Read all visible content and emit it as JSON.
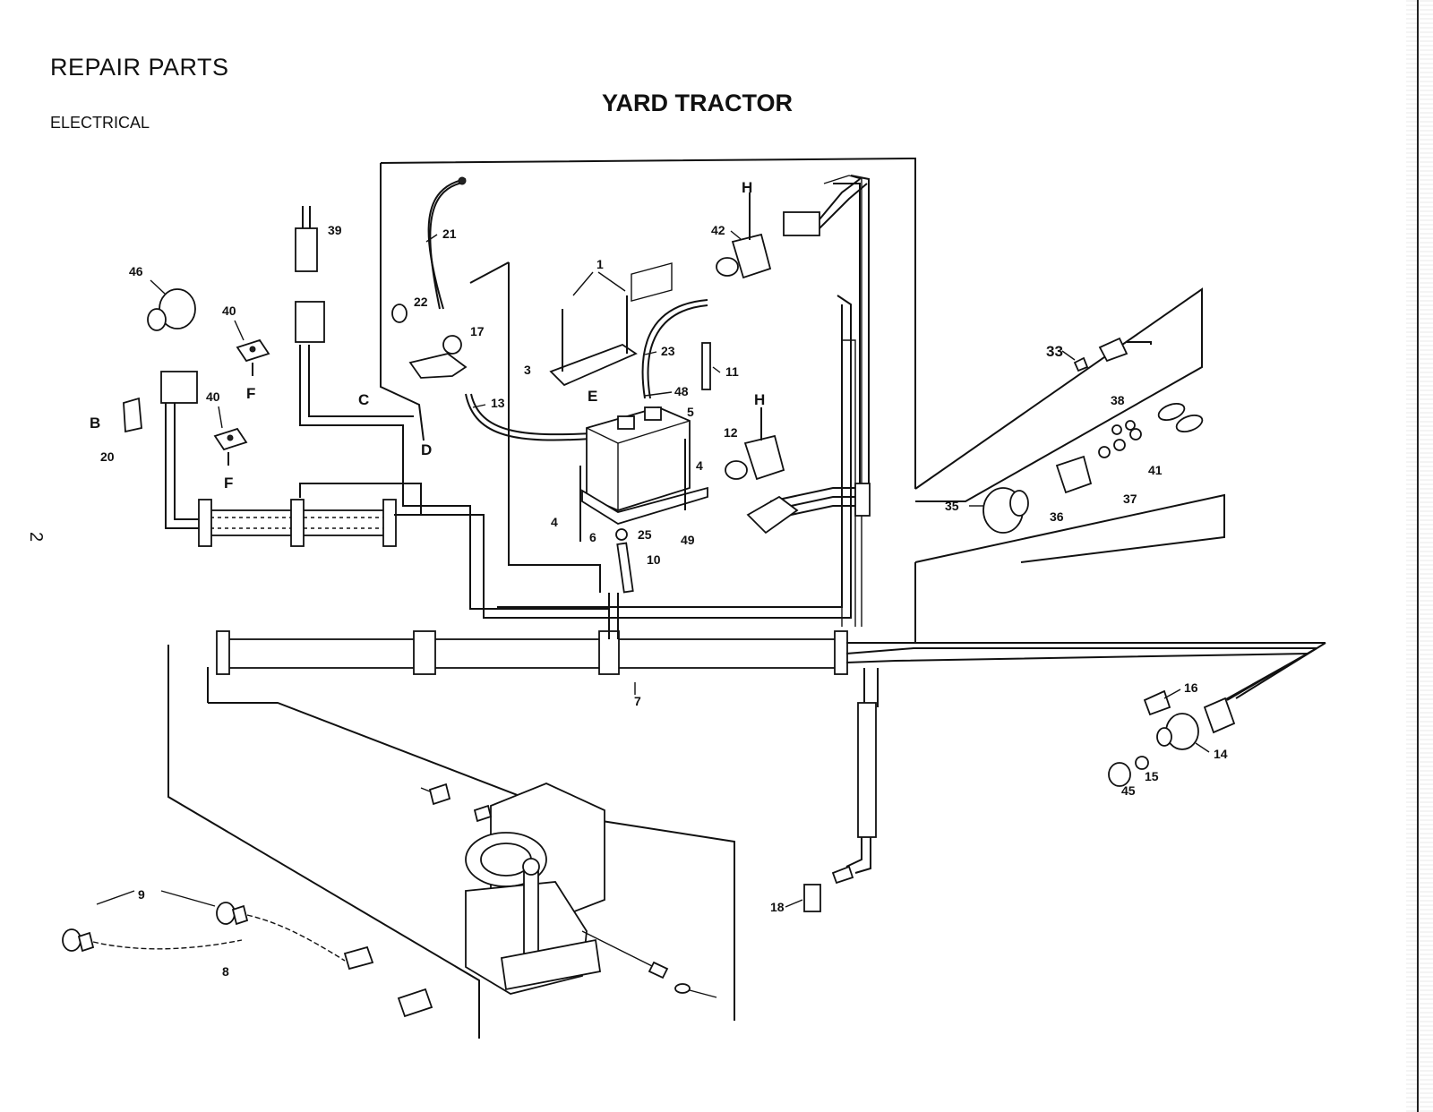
{
  "header": {
    "section": "REPAIR PARTS",
    "subsection": "ELECTRICAL",
    "title": "YARD TRACTOR",
    "page_number": "2"
  },
  "callouts": [
    {
      "id": "39",
      "text": "39"
    },
    {
      "id": "46",
      "text": "46"
    },
    {
      "id": "40a",
      "text": "40"
    },
    {
      "id": "40b",
      "text": "40"
    },
    {
      "id": "Fa",
      "text": "F"
    },
    {
      "id": "Fb",
      "text": "F"
    },
    {
      "id": "B",
      "text": "B"
    },
    {
      "id": "20",
      "text": "20"
    },
    {
      "id": "21",
      "text": "21"
    },
    {
      "id": "22",
      "text": "22"
    },
    {
      "id": "17",
      "text": "17"
    },
    {
      "id": "C",
      "text": "C"
    },
    {
      "id": "D",
      "text": "D"
    },
    {
      "id": "13",
      "text": "13"
    },
    {
      "id": "1",
      "text": "1"
    },
    {
      "id": "3",
      "text": "3"
    },
    {
      "id": "23",
      "text": "23"
    },
    {
      "id": "E",
      "text": "E"
    },
    {
      "id": "48",
      "text": "48"
    },
    {
      "id": "5",
      "text": "5"
    },
    {
      "id": "11",
      "text": "11"
    },
    {
      "id": "4a",
      "text": "4"
    },
    {
      "id": "4b",
      "text": "4"
    },
    {
      "id": "6",
      "text": "6"
    },
    {
      "id": "25",
      "text": "25"
    },
    {
      "id": "49",
      "text": "49"
    },
    {
      "id": "10",
      "text": "10"
    },
    {
      "id": "Ha",
      "text": "H"
    },
    {
      "id": "42",
      "text": "42"
    },
    {
      "id": "Hb",
      "text": "H"
    },
    {
      "id": "12",
      "text": "12"
    },
    {
      "id": "33",
      "text": "33"
    },
    {
      "id": "38",
      "text": "38"
    },
    {
      "id": "41",
      "text": "41"
    },
    {
      "id": "37",
      "text": "37"
    },
    {
      "id": "35",
      "text": "35"
    },
    {
      "id": "36",
      "text": "36"
    },
    {
      "id": "7",
      "text": "7"
    },
    {
      "id": "16",
      "text": "16"
    },
    {
      "id": "14",
      "text": "14"
    },
    {
      "id": "15",
      "text": "15"
    },
    {
      "id": "45",
      "text": "45"
    },
    {
      "id": "18",
      "text": "18"
    },
    {
      "id": "9",
      "text": "9"
    },
    {
      "id": "8",
      "text": "8"
    }
  ]
}
